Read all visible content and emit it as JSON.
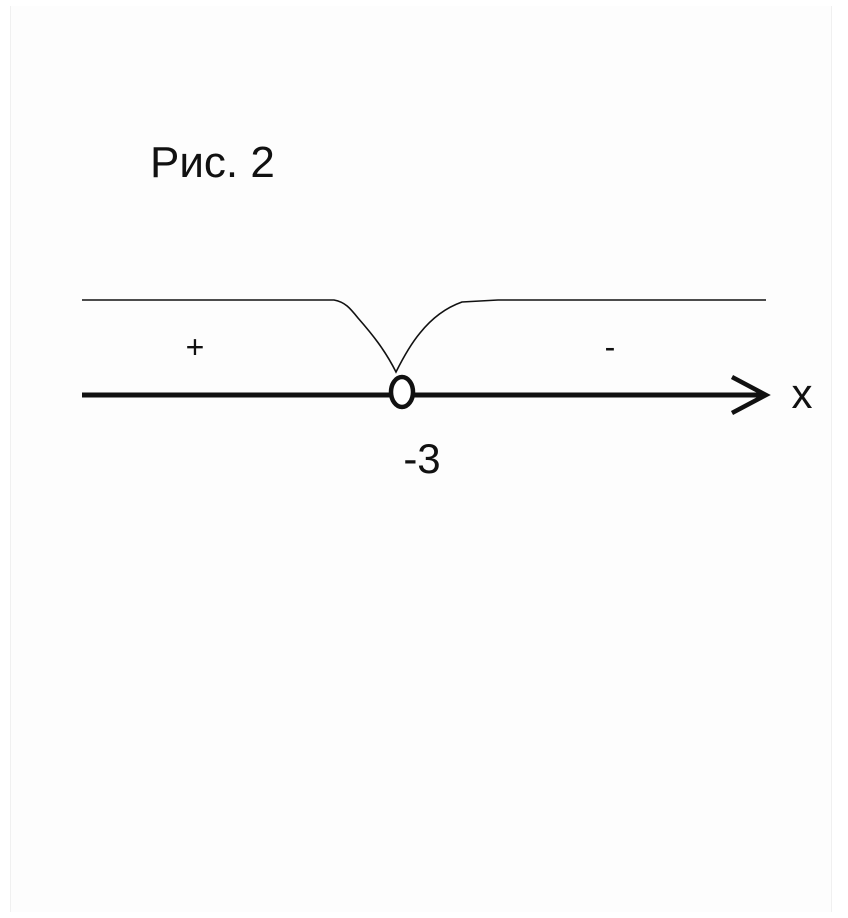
{
  "figure": {
    "label": "Рис. 2"
  },
  "number_line": {
    "axis_label": "x",
    "point": {
      "value": "-3",
      "marker": "open-circle"
    },
    "interval_signs": {
      "left": "+",
      "right": "-"
    }
  },
  "colors": {
    "ink": "#111111",
    "background": "#ffffff"
  }
}
